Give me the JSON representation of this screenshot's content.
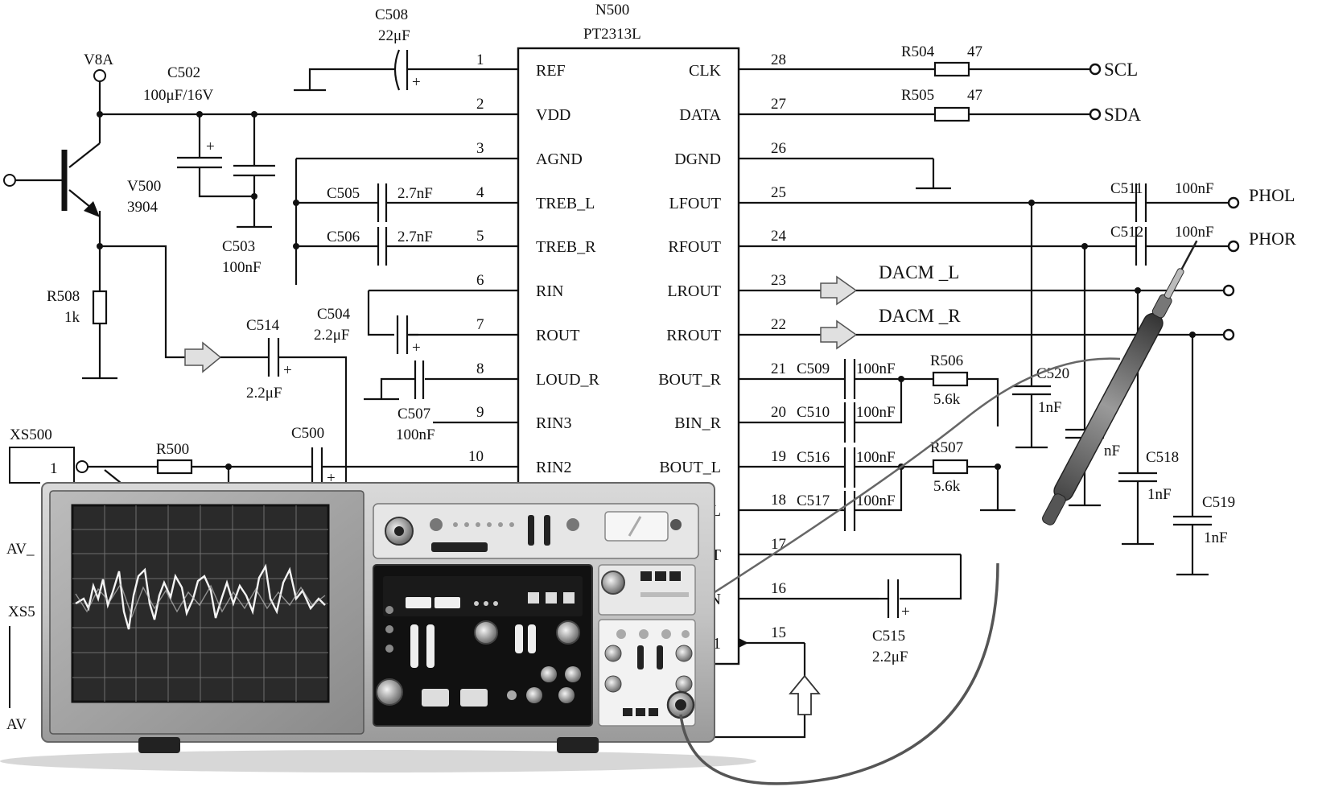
{
  "ic": {
    "ref": "N500",
    "part": "PT2313L"
  },
  "pins_left": [
    {
      "num": "1",
      "name": "REF"
    },
    {
      "num": "2",
      "name": "VDD"
    },
    {
      "num": "3",
      "name": "AGND"
    },
    {
      "num": "4",
      "name": "TREB_L"
    },
    {
      "num": "5",
      "name": "TREB_R"
    },
    {
      "num": "6",
      "name": "RIN"
    },
    {
      "num": "7",
      "name": "ROUT"
    },
    {
      "num": "8",
      "name": "LOUD_R"
    },
    {
      "num": "9",
      "name": "RIN3"
    },
    {
      "num": "10",
      "name": "RIN2"
    }
  ],
  "pins_right": [
    {
      "num": "28",
      "name": "CLK"
    },
    {
      "num": "27",
      "name": "DATA"
    },
    {
      "num": "26",
      "name": "DGND"
    },
    {
      "num": "25",
      "name": "LFOUT"
    },
    {
      "num": "24",
      "name": "RFOUT"
    },
    {
      "num": "23",
      "name": "LROUT"
    },
    {
      "num": "22",
      "name": "RROUT"
    },
    {
      "num": "21",
      "name": "BOUT_R"
    },
    {
      "num": "20",
      "name": "BIN_R"
    },
    {
      "num": "19",
      "name": "BOUT_L"
    },
    {
      "num": "18",
      "name": "L"
    },
    {
      "num": "17",
      "name": "T"
    },
    {
      "num": "16",
      "name": "N"
    },
    {
      "num": "15",
      "name": "1"
    }
  ],
  "components": {
    "c508": {
      "ref": "C508",
      "value": "22μF"
    },
    "c502": {
      "ref": "C502",
      "value": "100μF/16V"
    },
    "c503": {
      "ref": "C503",
      "value": "100nF"
    },
    "c505": {
      "ref": "C505",
      "value": "2.7nF"
    },
    "c506": {
      "ref": "C506",
      "value": "2.7nF"
    },
    "c504": {
      "ref": "C504",
      "value": "2.2μF"
    },
    "c507": {
      "ref": "C507",
      "value": "100nF"
    },
    "c514": {
      "ref": "C514",
      "value": "2.2μF"
    },
    "c500": {
      "ref": "C500"
    },
    "r500": {
      "ref": "R500"
    },
    "r508": {
      "ref": "R508",
      "value": "1k"
    },
    "v500": {
      "ref": "V500",
      "value": "3904"
    },
    "v8a": "V8A",
    "xs500": {
      "ref": "XS500",
      "pin": "1"
    },
    "xs5": "XS5",
    "av1": "AV_",
    "av2": "AV",
    "r504": {
      "ref": "R504",
      "value": "47"
    },
    "r505": {
      "ref": "R505",
      "value": "47"
    },
    "c511": {
      "ref": "C511",
      "value": "100nF"
    },
    "c512": {
      "ref": "C512",
      "value": "100nF"
    },
    "c509": {
      "ref": "C509",
      "value": "100nF"
    },
    "c510": {
      "ref": "C510",
      "value": "100nF"
    },
    "c516": {
      "ref": "C516",
      "value": "100nF"
    },
    "c517": {
      "ref": "C517",
      "value": "100nF"
    },
    "r506": {
      "ref": "R506",
      "value": "5.6k"
    },
    "r507": {
      "ref": "R507",
      "value": "5.6k"
    },
    "c520": {
      "ref": "C520",
      "value": "1nF"
    },
    "c521": {
      "value": "nF"
    },
    "c518": {
      "ref": "C518",
      "value": "1nF"
    },
    "c519": {
      "ref": "C519",
      "value": "1nF"
    },
    "c515": {
      "ref": "C515",
      "value": "2.2μF"
    }
  },
  "signals": {
    "scl": "SCL",
    "sda": "SDA",
    "phol": "PHOL",
    "phor": "PHOR",
    "dacm_l": "DACM _L",
    "dacm_r": "DACM _R"
  }
}
